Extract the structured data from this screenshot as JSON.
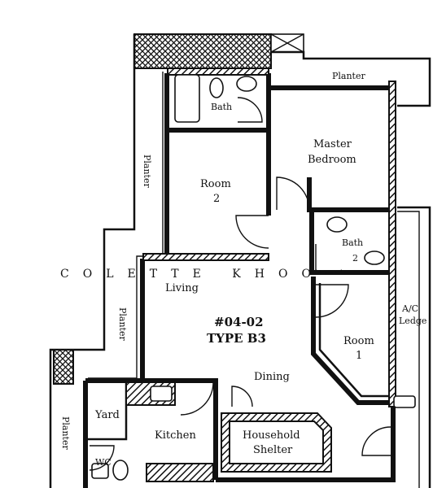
{
  "plan": {
    "unit_number": "#04-02",
    "unit_type": "TYPE B3",
    "watermark": "COLETTE KHOO",
    "rooms": {
      "planter_top": "Planter",
      "master_bedroom_line1": "Master",
      "master_bedroom_line2": "Bedroom",
      "bath_1": "Bath",
      "room_2_name": "Room",
      "room_2_number": "2",
      "bath_2_name": "Bath",
      "bath_2_number": "2",
      "living": "Living",
      "dining": "Dining",
      "room_1_name": "Room",
      "room_1_number": "1",
      "ac_ledge_line1": "A/C",
      "ac_ledge_line2": "Ledge",
      "planter_left_upper": "Planter",
      "planter_left_lower": "Planter",
      "planter_bottom_left": "Planter",
      "yard": "Yard",
      "kitchen": "Kitchen",
      "wc": "WC",
      "household_shelter_line1": "Household",
      "household_shelter_line2": "Shelter"
    }
  }
}
